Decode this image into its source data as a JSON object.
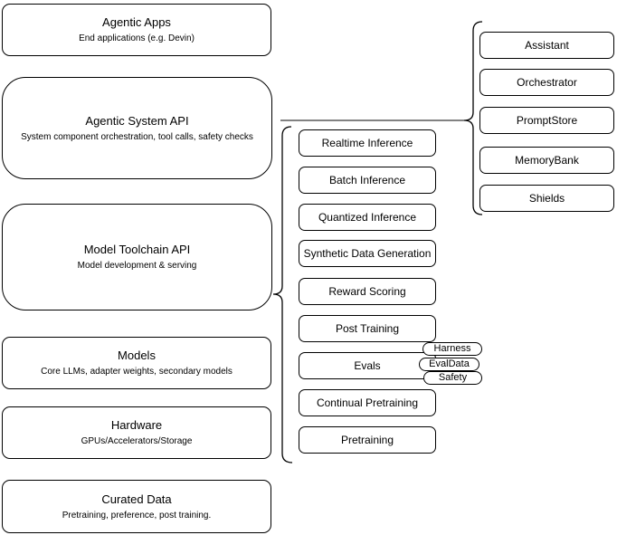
{
  "diagram": {
    "left_stack": [
      {
        "title": "Agentic Apps",
        "subtitle": "End applications (e.g. Devin)"
      },
      {
        "title": "Agentic System API",
        "subtitle": "System component orchestration, tool calls, safety checks"
      },
      {
        "title": "Model Toolchain API",
        "subtitle": "Model development & serving"
      },
      {
        "title": "Models",
        "subtitle": "Core LLMs, adapter weights, secondary models"
      },
      {
        "title": "Hardware",
        "subtitle": "GPUs/Accelerators/Storage"
      },
      {
        "title": "Curated Data",
        "subtitle": "Pretraining, preference, post training."
      }
    ],
    "toolchain_items": [
      "Realtime Inference",
      "Batch Inference",
      "Quantized Inference",
      "Synthetic Data Generation",
      "Reward Scoring",
      "Post Training",
      "Evals",
      "Continual Pretraining",
      "Pretraining"
    ],
    "evals_tags": [
      "Harness",
      "EvalData",
      "Safety"
    ],
    "system_components": [
      "Assistant",
      "Orchestrator",
      "PromptStore",
      "MemoryBank",
      "Shields"
    ],
    "colors": {
      "shape_border": "#000000",
      "canvas_background": "#ffffff",
      "connector_line": "#595959"
    }
  }
}
